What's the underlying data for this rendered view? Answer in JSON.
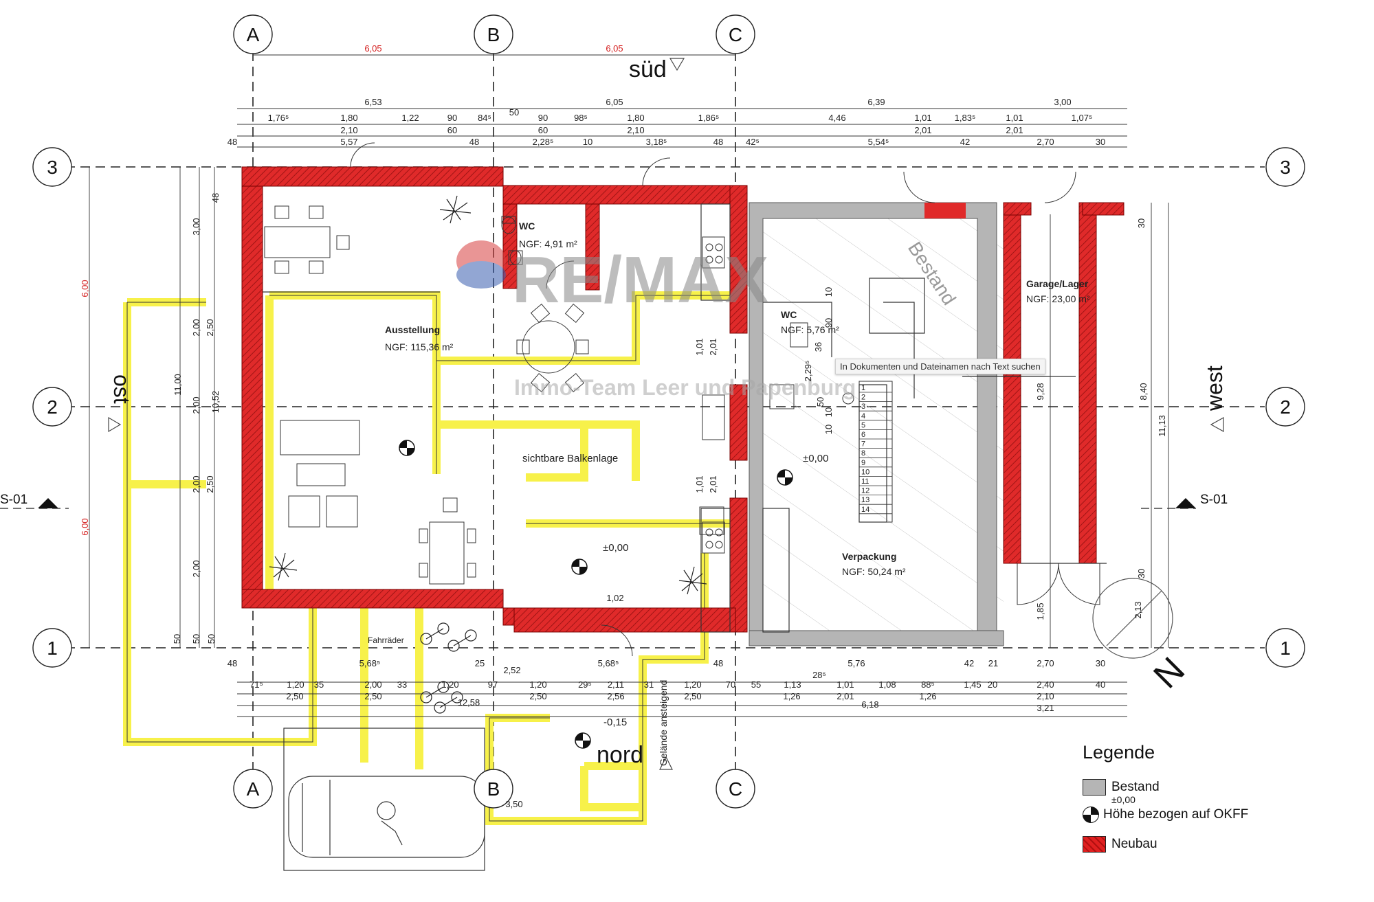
{
  "compass": {
    "south": "süd",
    "north": "nord",
    "east": "ost",
    "west": "west",
    "north_mark": "N"
  },
  "axes": {
    "a": "A",
    "b": "B",
    "c": "C",
    "r1": "1",
    "r2": "2",
    "r3": "3"
  },
  "section": {
    "label_left": "S-01",
    "label_right": "S-01"
  },
  "rooms": {
    "wc1_name": "WC",
    "wc1_area": "NGF: 4,91 m²",
    "ausstellung_name": "Ausstellung",
    "ausstellung_area": "NGF: 115,36 m²",
    "beams_label": "sichtbare Balkenlage",
    "wc2_name": "WC",
    "wc2_area": "NGF: 5,76 m²",
    "bestand_label": "Bestand",
    "garage_name": "Garage/Lager",
    "garage_area": "NGF: 23,00 m²",
    "verpackung_name": "Verpackung",
    "verpackung_area": "NGF: 50,24 m²",
    "terrain_label": "Gelände ansteigend",
    "bike_label": "Fahrräder"
  },
  "levels": {
    "l1": "±0,00",
    "l2": "±0,00",
    "l3": "-0,15"
  },
  "dims_top": {
    "red_ab": "6,05",
    "red_bc": "6,05",
    "r1": [
      "6,53",
      "6,05",
      "6,39",
      "3,00"
    ],
    "r2": [
      "1,76⁵",
      "1,80",
      "1,22",
      "90",
      "84⁵",
      "50",
      "90",
      "98⁵",
      "1,80",
      "1,86⁵",
      "4,46",
      "1,01",
      "1,83⁵",
      "1,01",
      "1,07⁵"
    ],
    "r3": [
      "2,10",
      "60",
      "60",
      "2,10",
      "2,01",
      "2,01"
    ],
    "r4": [
      "48",
      "5,57",
      "48",
      "2,28⁵",
      "10",
      "3,18⁵",
      "48",
      "42⁵",
      "5,54⁵",
      "42",
      "2,70",
      "30"
    ]
  },
  "dims_bottom": {
    "r1": [
      "48",
      "5,68⁵",
      "25",
      "5,68⁵",
      "48",
      "28⁵",
      "5,76",
      "42",
      "21",
      "2,70",
      "30"
    ],
    "r2": [
      "71⁵",
      "1,20",
      "35",
      "2,00",
      "33",
      "1,20",
      "97",
      "1,20",
      "29⁵",
      "2,11",
      "31",
      "1,20",
      "70",
      "55",
      "1,13",
      "1,01",
      "1,08",
      "88⁵",
      "1,45",
      "20",
      "2,40",
      "40"
    ],
    "r3": [
      "2,50",
      "2,50",
      "12,58",
      "2,50",
      "2,56",
      "2,50",
      "1,26",
      "2,01",
      "6,18",
      "1,26",
      "2,10",
      "3,21"
    ],
    "extra": [
      "1,02",
      "2,52",
      "3,50"
    ]
  },
  "dims_left": {
    "red": [
      "6,00",
      "6,00"
    ],
    "outer": [
      "11,00",
      "10,52"
    ],
    "inner": [
      "3,00",
      "2,00",
      "2,50",
      "2,00",
      "2,00",
      "2,50",
      "2,00",
      "50",
      "50",
      "50",
      "48"
    ]
  },
  "dims_right": [
    "9,28",
    "8,40",
    "11,13",
    "30",
    "30",
    "1,85",
    "2,13"
  ],
  "dims_inner": [
    "1,01",
    "2,01",
    "1,01",
    "2,01",
    "10",
    "90",
    "36",
    "2,29⁵",
    "50",
    "10",
    "10"
  ],
  "stairs": [
    "1",
    "2",
    "3",
    "4",
    "5",
    "6",
    "7",
    "8",
    "9",
    "10",
    "11",
    "12",
    "13",
    "14"
  ],
  "watermark": {
    "brand": "RE/MAX",
    "sub": "Immo-Team Leer und Papenburg"
  },
  "tooltip": "In Dokumenten und Dateinamen nach Text suchen",
  "legend": {
    "title": "Legende",
    "existing": "Bestand",
    "level_value": "±0,00",
    "level_text": "Höhe bezogen auf OKFF",
    "new": "Neubau"
  },
  "colors": {
    "new_wall": "#e02a2a",
    "existing_wall": "#b5b5b5",
    "foundation": "#f7f14a",
    "axis": "#222222"
  }
}
